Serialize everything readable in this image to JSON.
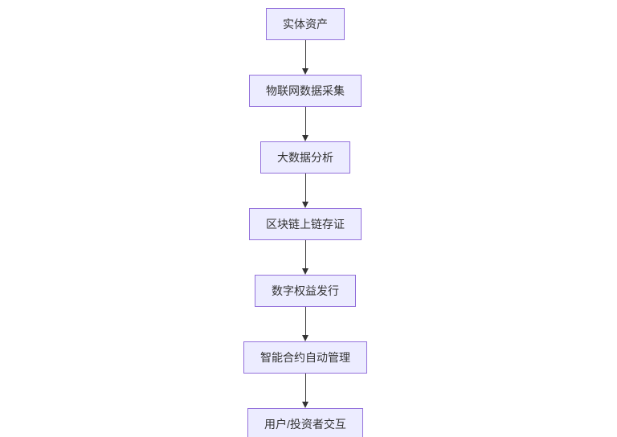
{
  "diagram": {
    "type": "flowchart",
    "direction": "top-down",
    "colors": {
      "node_fill": "#ECECFF",
      "node_border": "#9370DB",
      "arrow": "#333333",
      "text": "#333333",
      "background": "#FFFFFF"
    },
    "nodes": [
      {
        "id": "physical-assets",
        "label": "实体资产"
      },
      {
        "id": "iot-data-collection",
        "label": "物联网数据采集"
      },
      {
        "id": "big-data-analysis",
        "label": "大数据分析"
      },
      {
        "id": "blockchain-attestation",
        "label": "区块链上链存证"
      },
      {
        "id": "digital-rights-issuance",
        "label": "数字权益发行"
      },
      {
        "id": "smart-contract-management",
        "label": "智能合约自动管理"
      },
      {
        "id": "user-investor-interaction",
        "label": "用户/投资者交互"
      }
    ],
    "edges": [
      {
        "from": "physical-assets",
        "to": "iot-data-collection"
      },
      {
        "from": "iot-data-collection",
        "to": "big-data-analysis"
      },
      {
        "from": "big-data-analysis",
        "to": "blockchain-attestation"
      },
      {
        "from": "blockchain-attestation",
        "to": "digital-rights-issuance"
      },
      {
        "from": "digital-rights-issuance",
        "to": "smart-contract-management"
      },
      {
        "from": "smart-contract-management",
        "to": "user-investor-interaction"
      }
    ]
  }
}
